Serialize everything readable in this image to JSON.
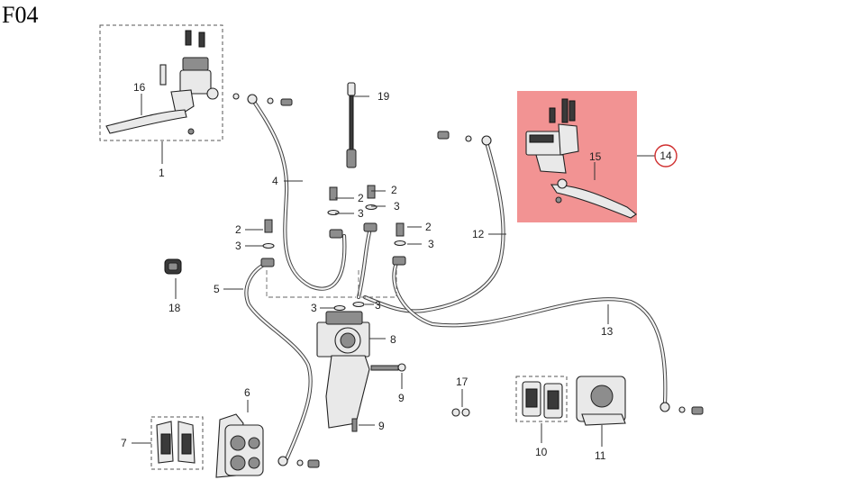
{
  "page_code": "F04",
  "callouts": {
    "c1": "1",
    "c2a": "2",
    "c2b": "2",
    "c2c": "2",
    "c2d": "2",
    "c3a": "3",
    "c3b": "3",
    "c3c": "3",
    "c3d": "3",
    "c3e": "3",
    "c3f": "3",
    "c4": "4",
    "c5": "5",
    "c6": "6",
    "c7": "7",
    "c8": "8",
    "c9a": "9",
    "c9b": "9",
    "c10": "10",
    "c11": "11",
    "c12": "12",
    "c13": "13",
    "c14": "14",
    "c15": "15",
    "c16": "16",
    "c17": "17",
    "c18": "18",
    "c19": "19"
  },
  "highlight": {
    "part": "14",
    "color": "#f08080"
  }
}
